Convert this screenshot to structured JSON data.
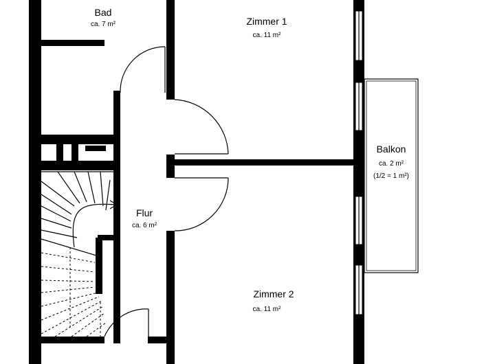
{
  "rooms": {
    "bad": {
      "name": "Bad",
      "area": "ca. 7 m²"
    },
    "zimmer1": {
      "name": "Zimmer 1",
      "area": "ca. 11 m²"
    },
    "balkon": {
      "name": "Balkon",
      "area": "ca. 2 m²",
      "note": "(1/2 = 1 m²)"
    },
    "flur": {
      "name": "Flur",
      "area": "ca. 6 m²"
    },
    "zimmer2": {
      "name": "Zimmer 2",
      "area": "ca. 11 m²"
    }
  }
}
